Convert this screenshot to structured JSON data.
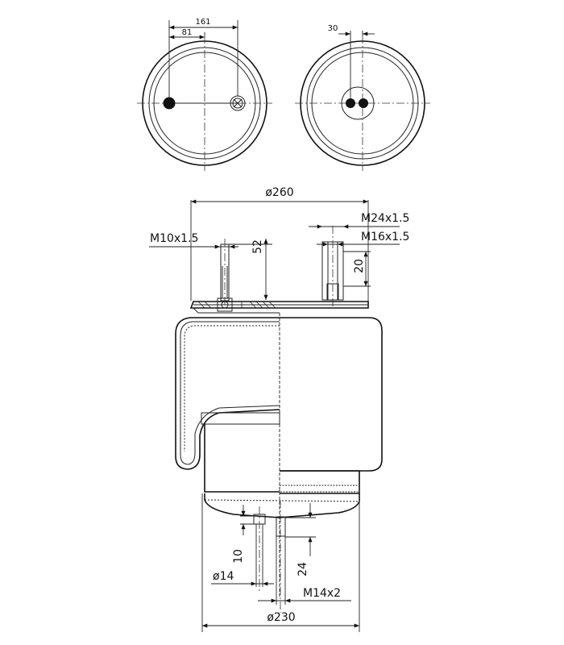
{
  "top_views": {
    "left": {
      "dim_outer": "161",
      "dim_inner": "81"
    },
    "right": {
      "dim_offset": "30"
    }
  },
  "dimensions": {
    "diameter_top": "ø260",
    "port_large": "M24x1.5",
    "port_small": "M16x1.5",
    "stud_top": "M10x1.5",
    "stud_height": "52",
    "port_depth": "20",
    "bottom_height": "10",
    "bottom_diameter_14": "ø14",
    "bottom_stud_length": "24",
    "bottom_stud": "M14x2",
    "diameter_bottom": "ø230"
  }
}
